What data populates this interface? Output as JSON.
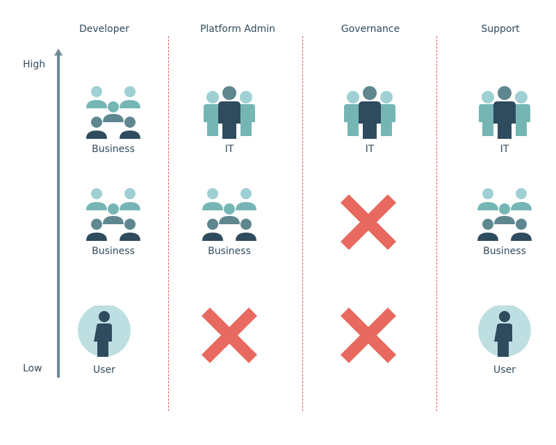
{
  "columns": [
    {
      "id": "developer",
      "label": "Developer"
    },
    {
      "id": "platform-admin",
      "label": "Platform Admin"
    },
    {
      "id": "governance",
      "label": "Governance"
    },
    {
      "id": "support",
      "label": "Support"
    }
  ],
  "axis": {
    "high": "High",
    "low": "Low"
  },
  "labels": {
    "business": "Business",
    "it": "IT",
    "user": "User"
  },
  "colors": {
    "dark": "#2f4b5e",
    "mid": "#5f8790",
    "teal": "#75b6b4",
    "light": "#9fd0d3",
    "circle": "#bedfe2",
    "cross": "#e8695f",
    "divider": "#e0535c",
    "axis": "#6e8a96"
  },
  "rows": [
    {
      "level": "high",
      "cells": [
        {
          "icon": "business-group-icon",
          "label": "Business"
        },
        {
          "icon": "it-group-icon",
          "label": "IT"
        },
        {
          "icon": "it-group-icon",
          "label": "IT"
        },
        {
          "icon": "it-group-icon",
          "label": "IT"
        }
      ]
    },
    {
      "level": "middle",
      "cells": [
        {
          "icon": "business-group-icon",
          "label": "Business"
        },
        {
          "icon": "business-group-icon",
          "label": "Business"
        },
        {
          "icon": "cross-icon",
          "label": ""
        },
        {
          "icon": "business-group-icon",
          "label": "Business"
        }
      ]
    },
    {
      "level": "low",
      "cells": [
        {
          "icon": "user-icon",
          "label": "User"
        },
        {
          "icon": "cross-icon",
          "label": ""
        },
        {
          "icon": "cross-icon",
          "label": ""
        },
        {
          "icon": "user-icon",
          "label": "User"
        }
      ]
    }
  ]
}
